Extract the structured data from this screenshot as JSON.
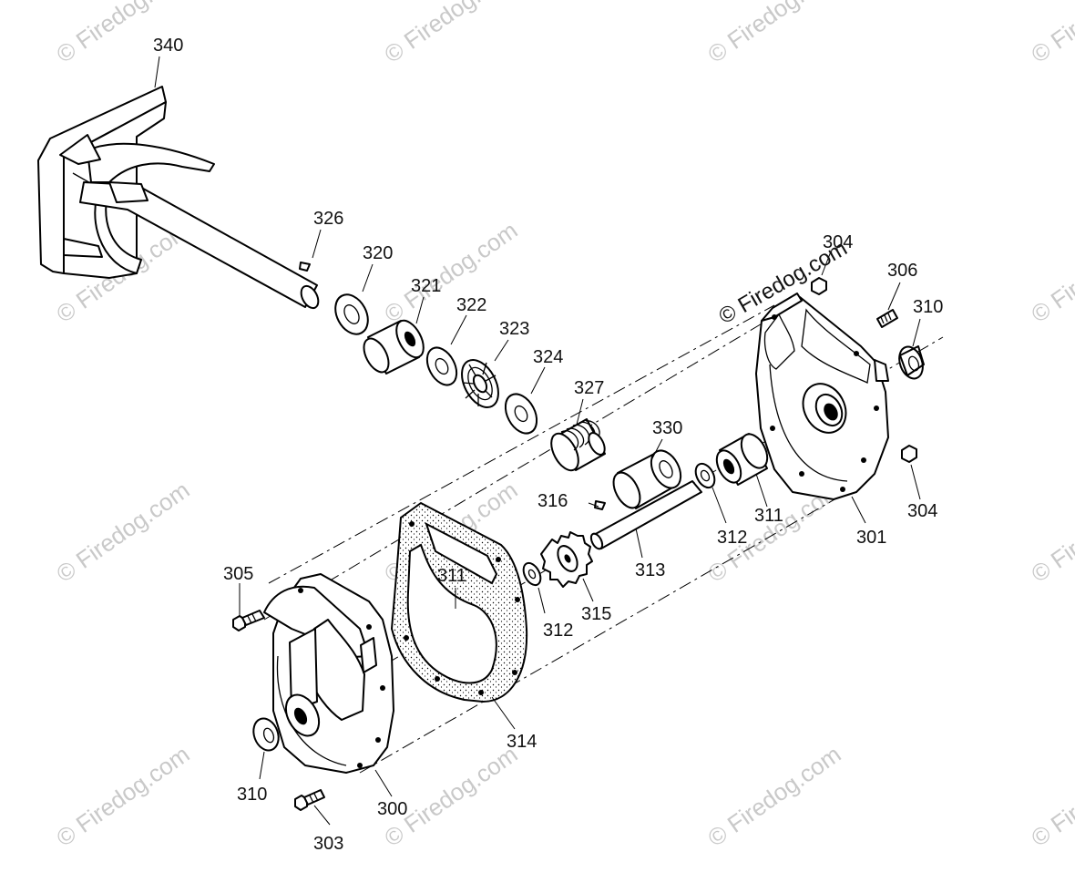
{
  "diagram": {
    "copyright": "© Firedog.com",
    "watermark": "© Firedog.com",
    "parts": {
      "p340": "340",
      "p326": "326",
      "p320": "320",
      "p321": "321",
      "p322": "322",
      "p323": "323",
      "p324": "324",
      "p327": "327",
      "p330": "330",
      "p316": "316",
      "p313": "313",
      "p315": "315",
      "p312a": "312",
      "p312b": "312",
      "p311a": "311",
      "p311b": "311",
      "p314": "314",
      "p300": "300",
      "p301": "301",
      "p303": "303",
      "p304a": "304",
      "p304b": "304",
      "p305": "305",
      "p306": "306",
      "p310a": "310",
      "p310b": "310"
    }
  }
}
